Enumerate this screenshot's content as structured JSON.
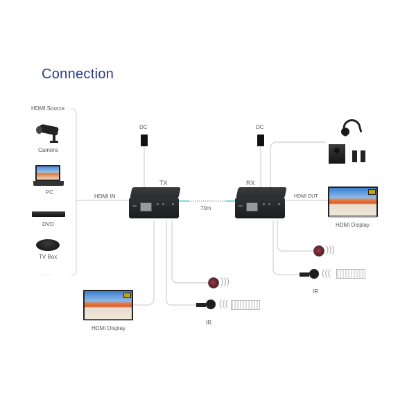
{
  "title": "Connection",
  "sources": {
    "header": "HDMI Source",
    "items": [
      {
        "label": "Camera",
        "icon": "camera-icon"
      },
      {
        "label": "PC",
        "icon": "laptop-icon"
      },
      {
        "label": "DVD",
        "icon": "dvd-player-icon"
      },
      {
        "label": "TV Box",
        "icon": "tv-box-icon"
      }
    ],
    "more": "......"
  },
  "links": {
    "hdmi_in": "HDMI IN",
    "hdmi_out": "HDMI OUT",
    "distance": "70m"
  },
  "tx": {
    "label": "TX",
    "dc": "DC",
    "display_label": "HDMI Display",
    "ir_label": "IR"
  },
  "rx": {
    "label": "RX",
    "dc": "DC",
    "display_label": "HDMI Display",
    "ir_label": "IR"
  },
  "colors": {
    "title": "#2b3a8c",
    "cable": "#5bc8d6",
    "wire": "#cccccc",
    "device": "#262729"
  }
}
